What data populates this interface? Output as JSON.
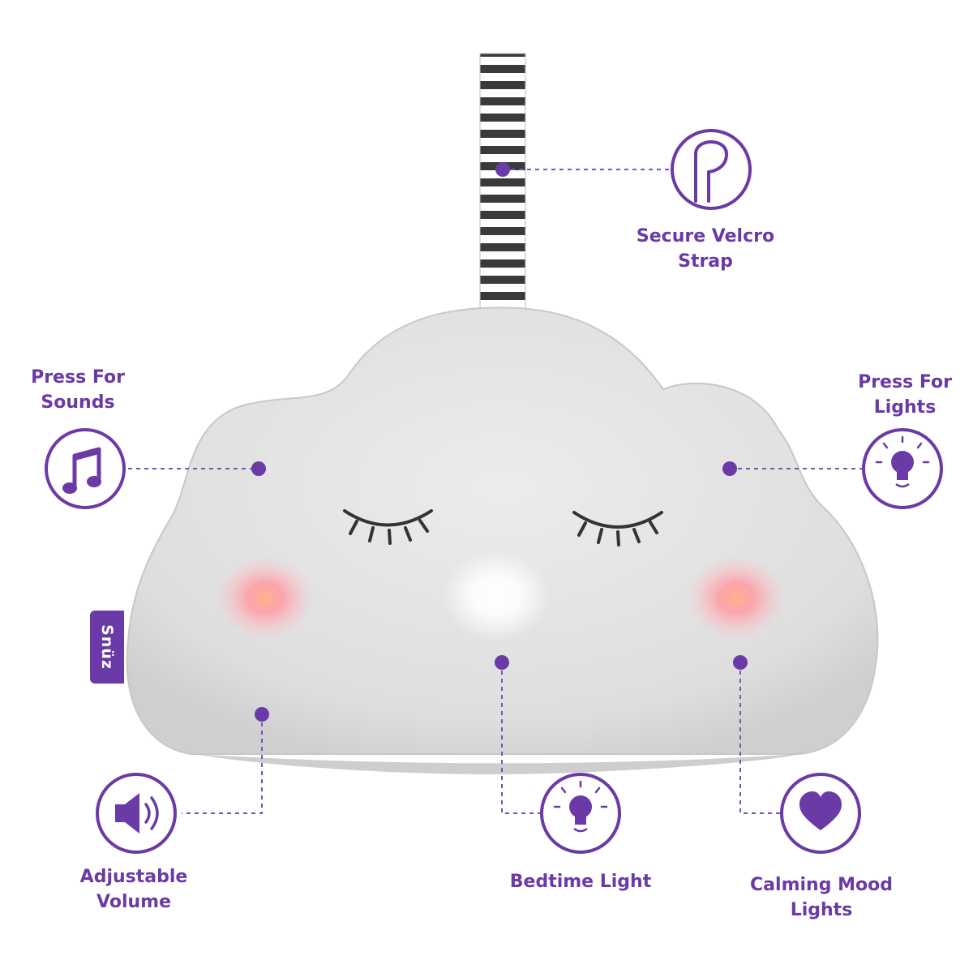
{
  "brand": {
    "name": "Snüz"
  },
  "colors": {
    "accent": "#6a3aa6",
    "plush": "#e4e4e4",
    "strap_dark": "#3a3a3a",
    "strap_light": "#ffffff"
  },
  "features": [
    {
      "id": "strap",
      "lines": [
        "Secure Velcro",
        "Strap"
      ],
      "icon": "velcro-strap-icon"
    },
    {
      "id": "sounds",
      "lines": [
        "Press For",
        "Sounds"
      ],
      "icon": "music-note-icon"
    },
    {
      "id": "lights",
      "lines": [
        "Press For",
        "Lights"
      ],
      "icon": "light-bulb-icon"
    },
    {
      "id": "volume",
      "lines": [
        "Adjustable",
        "Volume"
      ],
      "icon": "speaker-volume-icon"
    },
    {
      "id": "bedtime",
      "lines": [
        "Bedtime Light"
      ],
      "icon": "light-bulb-icon"
    },
    {
      "id": "mood",
      "lines": [
        "Calming Mood",
        "Lights"
      ],
      "icon": "heart-icon"
    }
  ]
}
